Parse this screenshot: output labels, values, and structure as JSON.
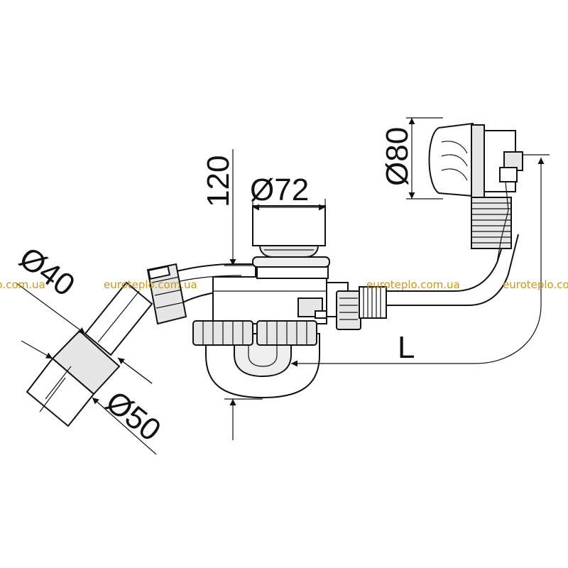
{
  "dimensions": {
    "height_120": "120",
    "dia_72": "Ø72",
    "dia_80": "Ø80",
    "dia_40": "Ø40",
    "dia_50": "Ø50",
    "length_l": "L"
  },
  "watermarks": [
    "euroteplo.com.ua",
    "euroteplo.com.ua",
    "euroteplo.com.ua",
    "euroteplo.com.ua"
  ],
  "colors": {
    "line": "#111111",
    "watermark": "#c79a12",
    "background": "#ffffff"
  }
}
